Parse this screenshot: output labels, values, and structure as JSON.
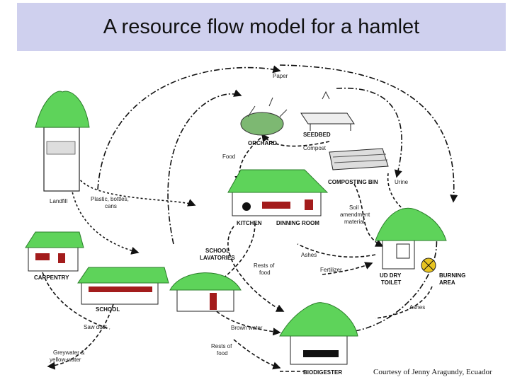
{
  "title": "A resource flow model for a hamlet",
  "credit": "Courtesy of Jenny Aragundy, Ecuador",
  "buildings": {
    "landfill": "Landfill",
    "carpentry": "CARPENTRY",
    "school": "SCHOOL",
    "school_lavatories_1": "SCHOOL",
    "school_lavatories_2": "LAVATORIES",
    "kitchen": "KITCHEN",
    "dining_room": "DINNING ROOM",
    "orchard": "ORCHARD",
    "seedbed": "SEEDBED",
    "composting_bin": "COMPOSTING BIN",
    "ud_dry_toilet_1": "UD DRY",
    "ud_dry_toilet_2": "TOILET",
    "burning_area_1": "BURNING",
    "burning_area_2": "AREA",
    "biodigester": "BIODIGESTER"
  },
  "flows": {
    "paper": "Paper",
    "compost": "Compost",
    "food": "Food",
    "urine": "Urine",
    "plastic_1": "Plastic, bottles,",
    "plastic_2": "cans",
    "soil_1": "Soil",
    "soil_2": "amendment",
    "soil_3": "material",
    "ashes_mid": "Ashes",
    "rests_food_1a": "Rests of",
    "rests_food_1b": "food",
    "fertilizer": "Fertilizer",
    "ashes_right": "Ashes",
    "saw_dust": "Saw dust",
    "brown_water": "Brown water",
    "rests_food_2a": "Rests of",
    "rests_food_2b": "food",
    "greywater_1": "Greywater &",
    "greywater_2": "yellow-water"
  }
}
